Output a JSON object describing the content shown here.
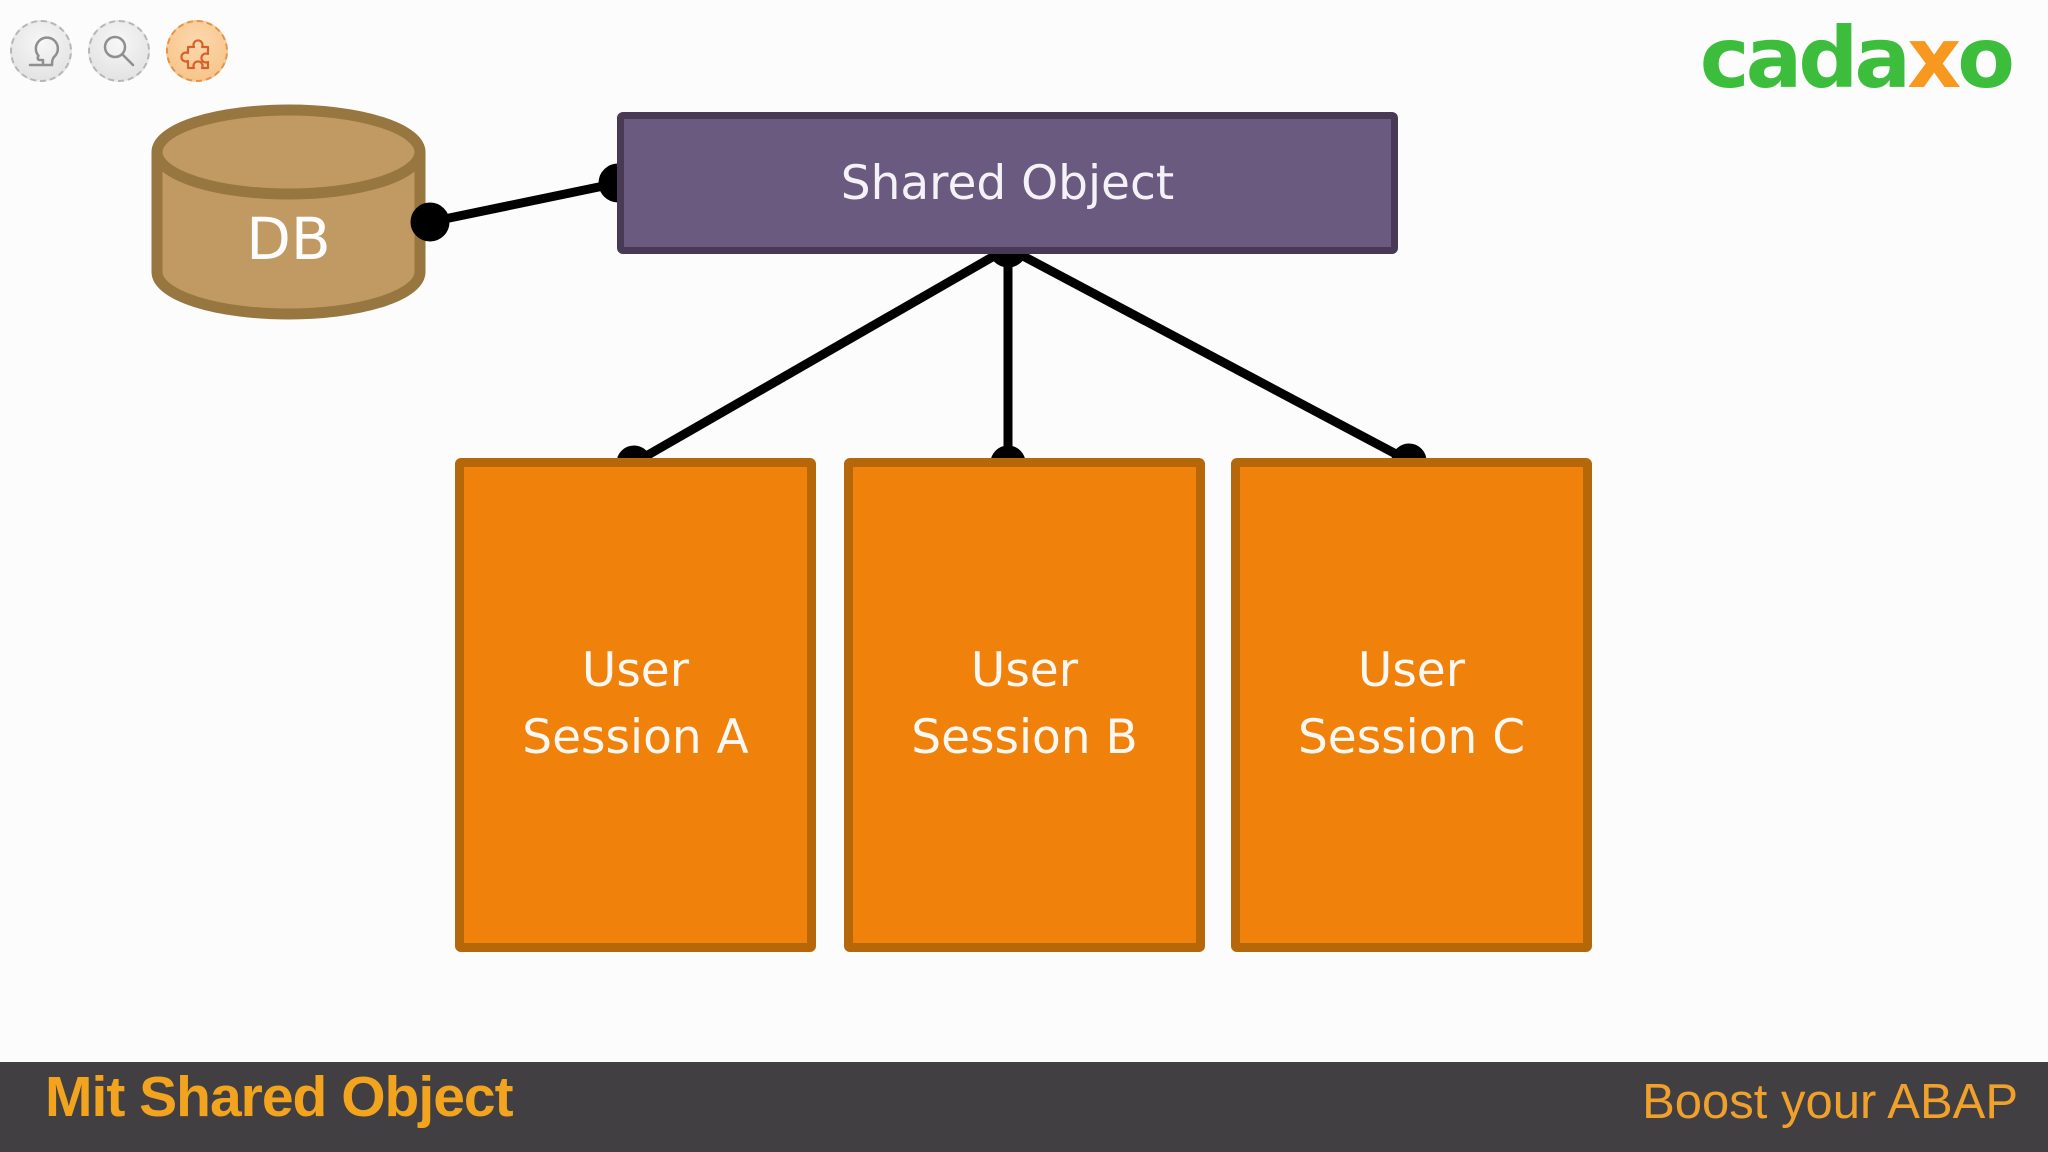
{
  "toolbar": {
    "buttons": [
      {
        "icon": "head-icon"
      },
      {
        "icon": "search-icon"
      },
      {
        "icon": "puzzle-icon"
      }
    ]
  },
  "logo": {
    "part_green_1": "cada",
    "part_orange": "x",
    "part_green_2": "o",
    "green_color": "#3CBE3C",
    "orange_color": "#F6991E"
  },
  "diagram": {
    "db": {
      "label": "DB",
      "fill": "#C09A62",
      "stroke": "#97763F"
    },
    "shared_object": {
      "label": "Shared Object",
      "fill": "#6A5A80",
      "border": "#483955"
    },
    "sessions": [
      {
        "line1": "User",
        "line2": "Session A"
      },
      {
        "line1": "User",
        "line2": "Session B"
      },
      {
        "line1": "User",
        "line2": "Session C"
      }
    ],
    "session_fill": "#F0820C",
    "session_border": "#B5670A",
    "connector_color": "#000000"
  },
  "footer": {
    "title": "Mit Shared Object",
    "tagline": "Boost your ABAP",
    "bar_color": "#413F41",
    "title_color": "#F2A41F",
    "tagline_color": "#F0A12C"
  }
}
